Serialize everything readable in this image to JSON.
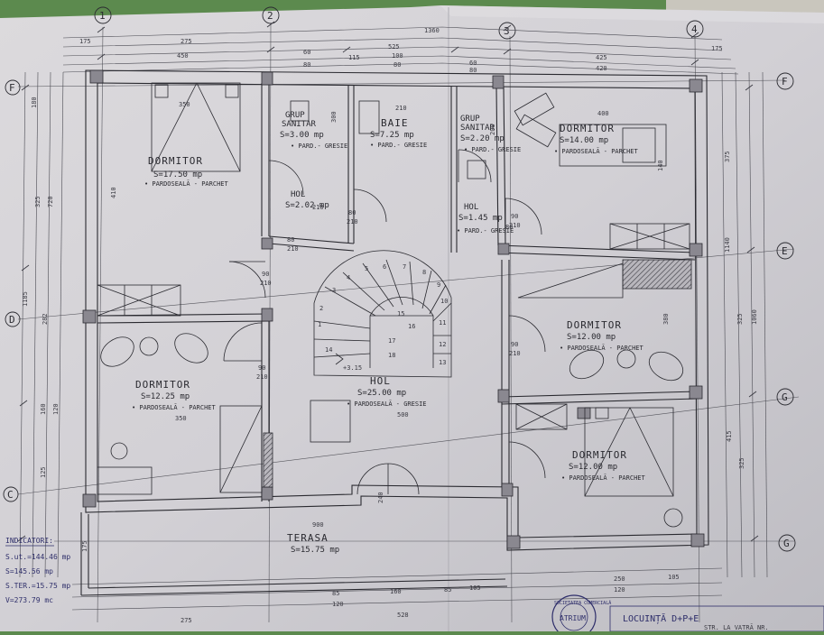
{
  "axes": {
    "vertical": [
      "1",
      "2",
      "3",
      "4"
    ],
    "horizontal": [
      "F",
      "E",
      "D",
      "C",
      "G"
    ]
  },
  "dimensions": {
    "top_total": "1360",
    "top_row": [
      "275",
      "525",
      "425"
    ],
    "top_small": [
      "175",
      "450",
      "60",
      "80",
      "115",
      "100",
      "80",
      "60",
      "80",
      "420",
      "175"
    ],
    "right_total": "1060",
    "right_parts": [
      "375",
      "1140",
      "325",
      "415",
      "325"
    ],
    "left_parts": [
      "180",
      "325",
      "720",
      "1185",
      "282",
      "160",
      "120",
      "125"
    ],
    "bottom_top_row": [
      "85",
      "120",
      "160",
      "85",
      "105",
      "250",
      "105"
    ],
    "bottom_row": [
      "275",
      "528",
      "120"
    ],
    "openings": [
      "90",
      "210",
      "80",
      "210",
      "90",
      "210",
      "90",
      "210",
      "90",
      "210",
      "80",
      "210",
      "210",
      "240",
      "900",
      "350",
      "410",
      "380",
      "400",
      "300",
      "350",
      "500",
      "200",
      "210",
      "140",
      "80",
      "175"
    ]
  },
  "rooms": {
    "dorm_nw": {
      "name": "DORMITOR",
      "area": "S=17.50 mp",
      "floor": "• PARDOSEALĂ - PARCHET"
    },
    "grup_w": {
      "name1": "GRUP",
      "name2": "SANITAR",
      "area": "S=3.00 mp",
      "floor": "• PARD.- GRESIE"
    },
    "baie": {
      "name": "BAIE",
      "area": "S=7.25 mp",
      "floor": "• PARD.- GRESIE"
    },
    "grup_e": {
      "name1": "GRUP",
      "name2": "SANITAR",
      "area": "S=2.20 mp",
      "floor": "• PARD.- GRESIE"
    },
    "dorm_ne": {
      "name": "DORMITOR",
      "area": "S=14.00 mp",
      "floor": "• PARDOSEALĂ - PARCHET"
    },
    "hol_w": {
      "name": "HOL",
      "area": "S=2.02 mp"
    },
    "hol_e": {
      "name": "HOL",
      "area": "S=1.45 mp",
      "floor": "• PARD.- GRESIE"
    },
    "dorm_w": {
      "name": "DORMITOR",
      "area": "S=12.25 mp",
      "floor": "• PARDOSEALĂ - PARCHET"
    },
    "hol_c": {
      "name": "HOL",
      "area": "S=25.00 mp",
      "floor": "• PARDOSEALĂ - GRESIE"
    },
    "dorm_e": {
      "name": "DORMITOR",
      "area": "S=12.00 mp",
      "floor": "• PARDOSEALĂ - PARCHET"
    },
    "dorm_se": {
      "name": "DORMITOR",
      "area": "S=12.00 mp",
      "floor": "• PARDOSEALĂ - PARCHET"
    },
    "terasa": {
      "name": "TERASA",
      "area": "S=15.75 mp"
    }
  },
  "stair": {
    "level": "+3.15",
    "steps": [
      "1",
      "2",
      "3",
      "4",
      "5",
      "6",
      "7",
      "8",
      "9",
      "10",
      "11",
      "12",
      "13",
      "14",
      "15",
      "16",
      "17",
      "18"
    ]
  },
  "notes": {
    "heading": "INDICATORI:",
    "lines": [
      "S.ut.=144.46 mp",
      "S=145.56 mp",
      "S.TER.=15.75 mp",
      "V=273.79 mc"
    ]
  },
  "stamp": {
    "line1": "SOCIETATEA COMERCIALĂ",
    "line2": "ATRIUM"
  },
  "title_block": {
    "line1": "LOCUINȚĂ D+P+E",
    "line2": "STR. LA VATRĂ NR."
  },
  "colors": {
    "background": "#5c8a4e",
    "paper": "#d4d2d6",
    "ink": "#2a2a30",
    "blue_ink": "#2e2e6a",
    "wall_fill": "#8a8890"
  }
}
